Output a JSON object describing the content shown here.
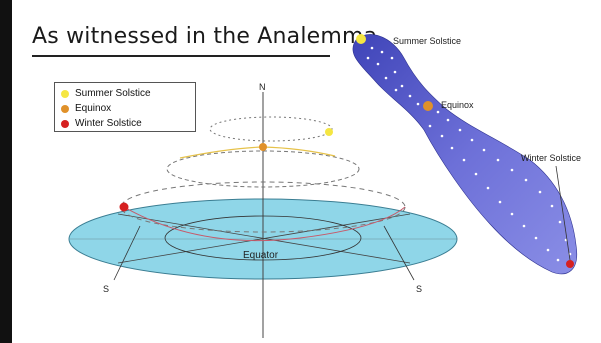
{
  "title": "As witnessed in the Analemma",
  "legend": [
    {
      "label": "Summer Solstice",
      "color": "#f5e642"
    },
    {
      "label": "Equinox",
      "color": "#e0912a"
    },
    {
      "label": "Winter Solstice",
      "color": "#d62020"
    }
  ],
  "axis": {
    "north": "N",
    "south_left": "S",
    "south_right": "S"
  },
  "plane_label": "Equator",
  "analemma_labels": {
    "summer": "Summer Solstice",
    "equinox": "Equinox",
    "winter": "Winter Solstice"
  },
  "colors": {
    "equator_plane": "#8fd6e8",
    "analemma_fill": "#5b5fd0",
    "summer": "#f5e642",
    "equinox": "#e0912a",
    "winter": "#d62020"
  }
}
